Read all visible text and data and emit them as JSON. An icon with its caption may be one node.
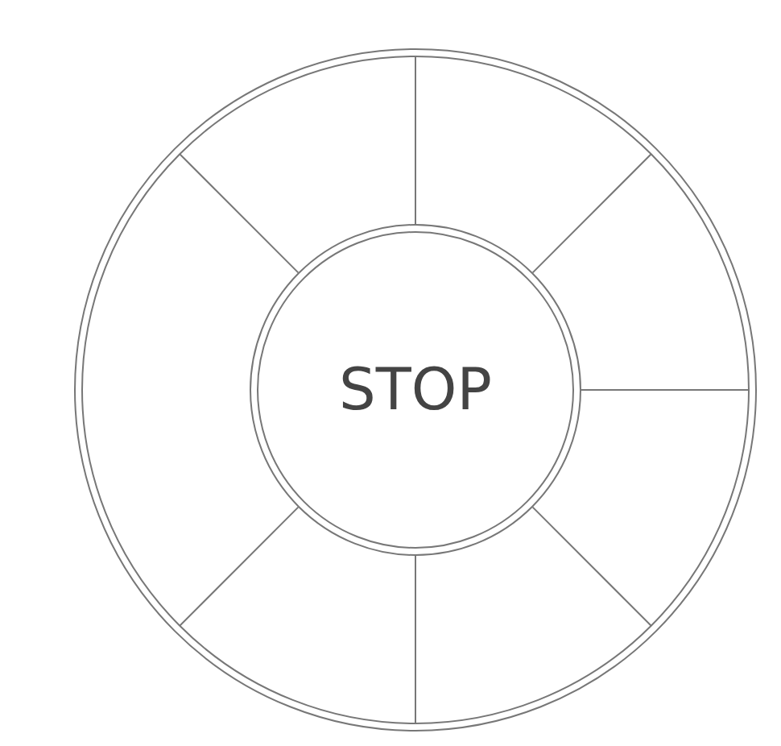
{
  "diagram": {
    "nodes": [
      {
        "text": [],
        "shape": "circle"
      },
      {
        "text": [
          "STOP"
        ],
        "in": 0
      }
    ]
  }
}
